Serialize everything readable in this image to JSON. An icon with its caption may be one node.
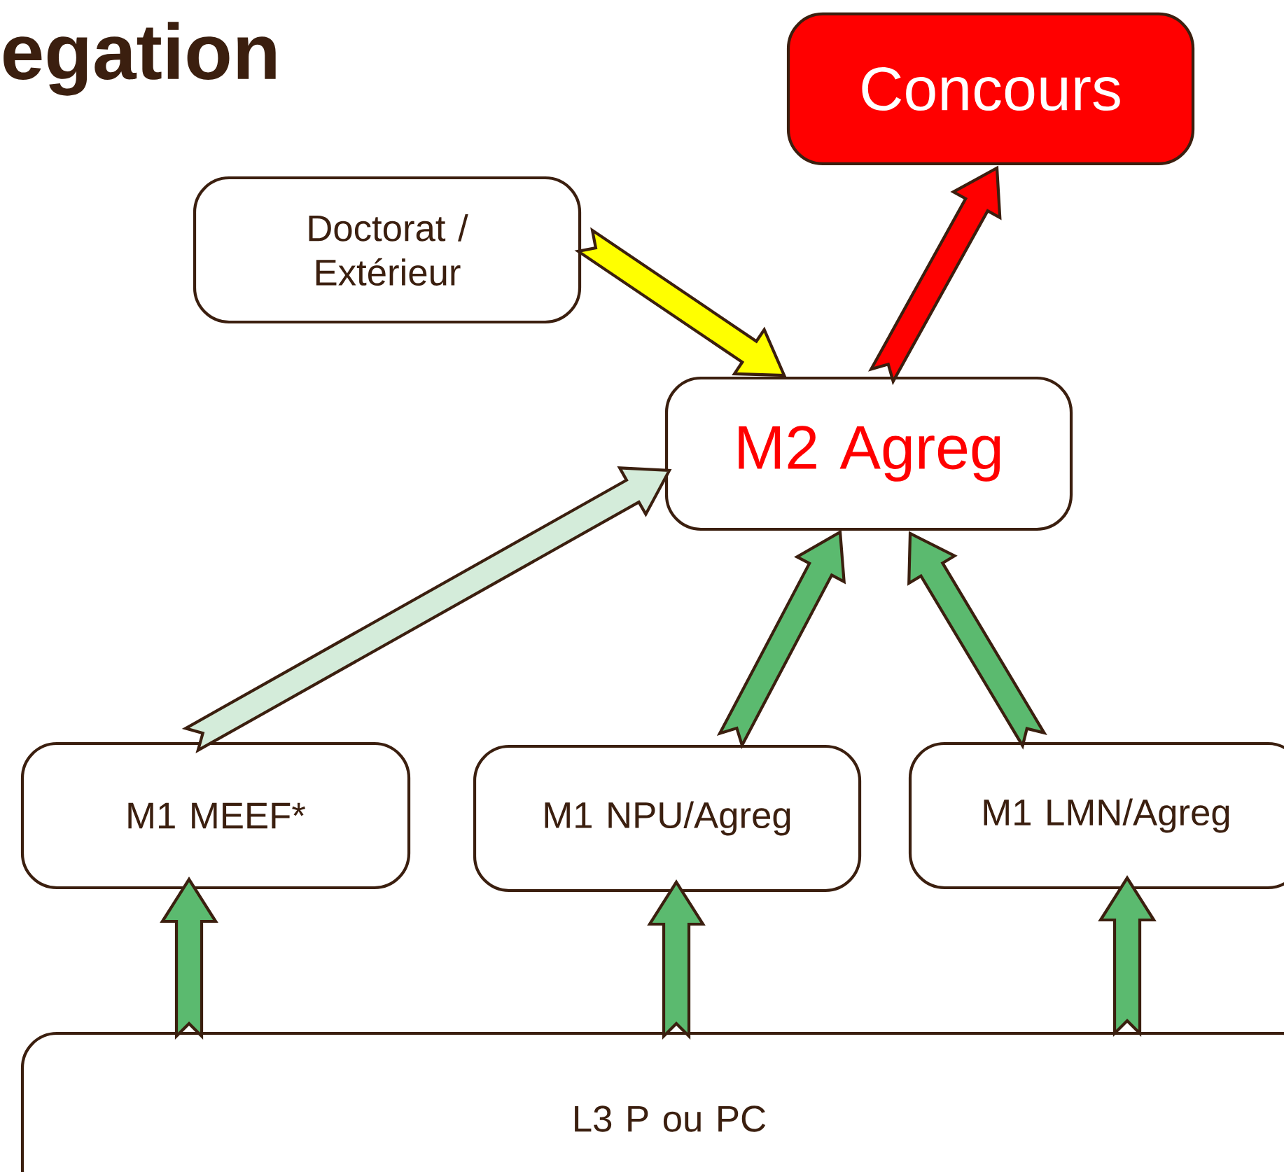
{
  "diagram": {
    "title": "egation",
    "nodes": [
      {
        "text": [
          "Concours"
        ]
      },
      {
        "text": [
          "Doctorat / Extérieur"
        ]
      },
      {
        "text": [
          "M2 Agreg"
        ]
      },
      {
        "text": [
          "M1 MEEF*"
        ]
      },
      {
        "text": [
          "M1 NPU/Agreg"
        ]
      },
      {
        "text": [
          "M1 LMN/Agreg"
        ]
      },
      {
        "text": [
          "L3 P ou PC"
        ]
      }
    ],
    "edges": [
      {
        "from": 1,
        "to": 2,
        "arrow": "to",
        "color": "#ffff00"
      },
      {
        "from": 2,
        "to": 0,
        "arrow": "to",
        "color": "#ff0000"
      },
      {
        "from": 3,
        "to": 2,
        "arrow": "to",
        "color": "#d4ecda"
      },
      {
        "from": 4,
        "to": 2,
        "arrow": "to"
      },
      {
        "from": 5,
        "to": 2,
        "arrow": "to"
      },
      {
        "from": 6,
        "to": 3,
        "arrow": "to"
      },
      {
        "from": 6,
        "to": 4,
        "arrow": "to"
      },
      {
        "from": 6,
        "to": 5,
        "arrow": "to"
      }
    ]
  }
}
